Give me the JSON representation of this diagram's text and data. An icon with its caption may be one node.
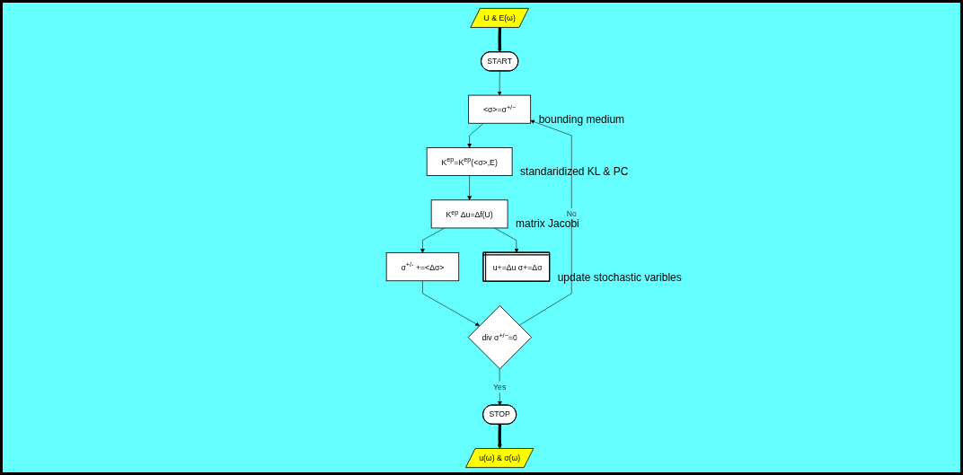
{
  "diagram": {
    "nodes": [
      {
        "text": [
          "START"
        ]
      },
      {
        "text": [
          "U & E(ω)"
        ]
      },
      {
        "text": [
          "<σ>=σ$^{+/−}$"
        ],
        "beside": [
          "bounding medium"
        ]
      },
      {
        "text": [
          "K$^{ep}$=K$^{ep}$(<σ>,E)"
        ],
        "beside": [
          "standaridized KL & PC"
        ]
      },
      {
        "text": [
          "K$^{ep}$ Δu=Δf(U)"
        ],
        "beside": [
          "matrix Jacobi"
        ]
      },
      {
        "text": [
          "σ$^{+/-}$ +=<Δσ>"
        ]
      },
      {
        "text": [
          "div σ$^{+/−}$=0"
        ]
      },
      {
        "text": [
          "u+=Δu σ+=Δσ"
        ],
        "beside": [
          "update stochastic varibles"
        ]
      },
      {
        "text": [
          "STOP"
        ]
      },
      {
        "text": [
          "u(ω) & σ(ω)"
        ]
      }
    ],
    "edges": [
      {
        "from": 1,
        "to": 0,
        "arrow": "to",
        "style": "thick"
      },
      {
        "from": 0,
        "to": 2,
        "arrow": "to"
      },
      {
        "from": 2,
        "to": 3,
        "arrow": "to"
      },
      {
        "from": 3,
        "to": 4,
        "arrow": "to"
      },
      {
        "from": 4,
        "to": 5,
        "arrow": "to"
      },
      {
        "from": 4,
        "to": 7,
        "arrow": "to"
      },
      {
        "from": 5,
        "to": 6,
        "arrow": "to"
      },
      {
        "from": 6,
        "to": 2,
        "arrow": "to",
        "label": "No"
      },
      {
        "from": 6,
        "to": 8,
        "arrow": "to",
        "label": "Yes"
      },
      {
        "from": 8,
        "to": 9,
        "arrow": "to",
        "style": "thick"
      }
    ]
  }
}
